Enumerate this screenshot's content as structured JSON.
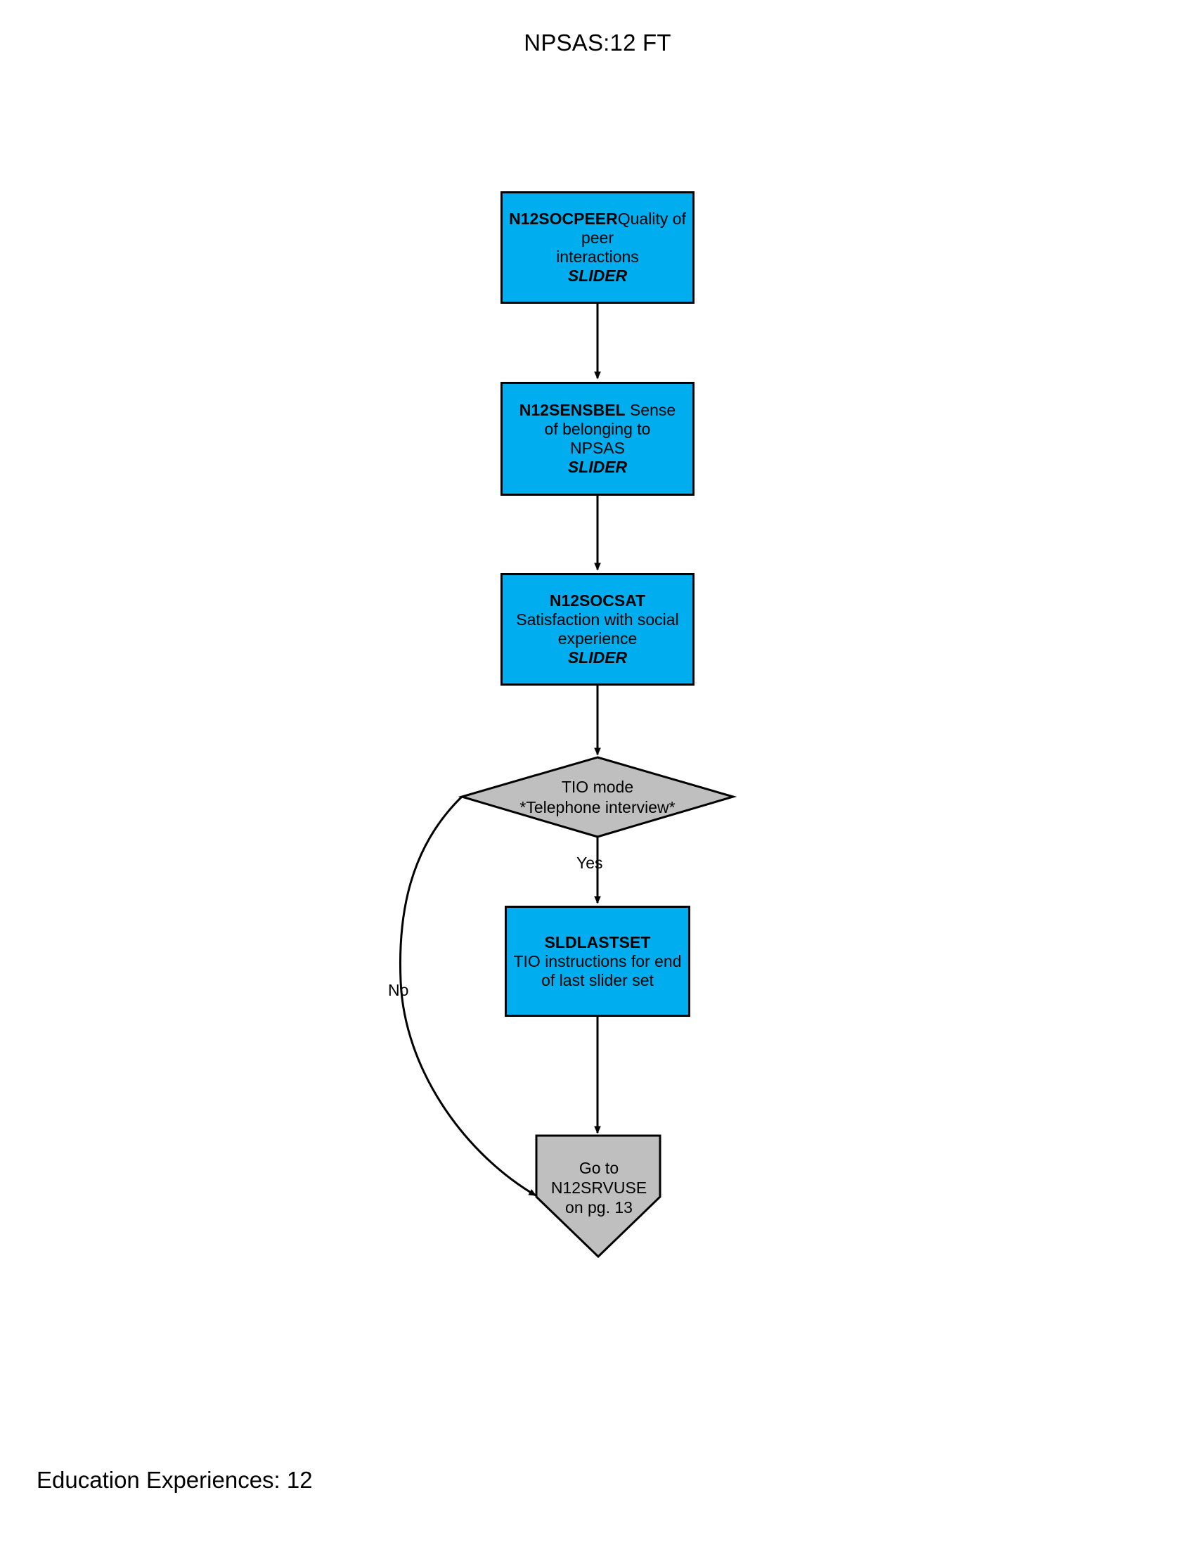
{
  "page": {
    "title": "NPSAS:12 FT",
    "footer": "Education Experiences: 12"
  },
  "colors": {
    "process_fill": "#00AEEF",
    "decision_fill": "#BFBFBF",
    "terminator_fill": "#BFBFBF",
    "stroke": "#000000",
    "background": "#FFFFFF"
  },
  "chart_data": {
    "type": "diagram",
    "diagram_kind": "flowchart",
    "title": "NPSAS:12 FT",
    "nodes": [
      {
        "id": "n12socpeer",
        "shape": "process",
        "name_code": "N12SOCPEER",
        "description": "Quality of peer interactions",
        "annotation": "SLIDER"
      },
      {
        "id": "n12sensbel",
        "shape": "process",
        "name_code": "N12SENSBEL",
        "description": "Sense of belonging to NPSAS",
        "annotation": "SLIDER"
      },
      {
        "id": "n12socsat",
        "shape": "process",
        "name_code": "N12SOCSAT",
        "description": "Satisfaction with social experience",
        "annotation": "SLIDER"
      },
      {
        "id": "tio-mode",
        "shape": "decision",
        "label": "TIO mode\n*Telephone interview*"
      },
      {
        "id": "sldlastset",
        "shape": "process",
        "name_code": "SLDLASTSET",
        "description": "TIO instructions for end of last slider set",
        "annotation": ""
      },
      {
        "id": "goto-n12srvuse",
        "shape": "terminator",
        "label": "Go to\nN12SRVUSE\non pg. 13"
      }
    ],
    "edges": [
      {
        "from": "n12socpeer",
        "to": "n12sensbel",
        "label": ""
      },
      {
        "from": "n12sensbel",
        "to": "n12socsat",
        "label": ""
      },
      {
        "from": "n12socsat",
        "to": "tio-mode",
        "label": ""
      },
      {
        "from": "tio-mode",
        "to": "sldlastset",
        "label": "Yes"
      },
      {
        "from": "sldlastset",
        "to": "goto-n12srvuse",
        "label": ""
      },
      {
        "from": "tio-mode",
        "to": "goto-n12srvuse",
        "label": "No"
      }
    ]
  },
  "nodes": {
    "socpeer": {
      "code": "N12SOCPEER",
      "desc": "Quality of peer\ninteractions",
      "slider": "SLIDER"
    },
    "sensbel": {
      "code": "N12SENSBEL",
      "desc": " Sense\nof belonging to\nNPSAS",
      "slider": "SLIDER"
    },
    "socsat": {
      "code": "N12SOCSAT",
      "desc": "Satisfaction with social\nexperience",
      "slider": "SLIDER"
    },
    "tiomode": {
      "label": "TIO mode\n*Telephone interview*"
    },
    "sldlastset": {
      "code": "SLDLASTSET",
      "desc": "TIO instructions for end\nof last slider set"
    },
    "goto": {
      "label": "Go to\nN12SRVUSE\non pg. 13"
    }
  },
  "edges": {
    "yes_label": "Yes",
    "no_label": "No"
  }
}
